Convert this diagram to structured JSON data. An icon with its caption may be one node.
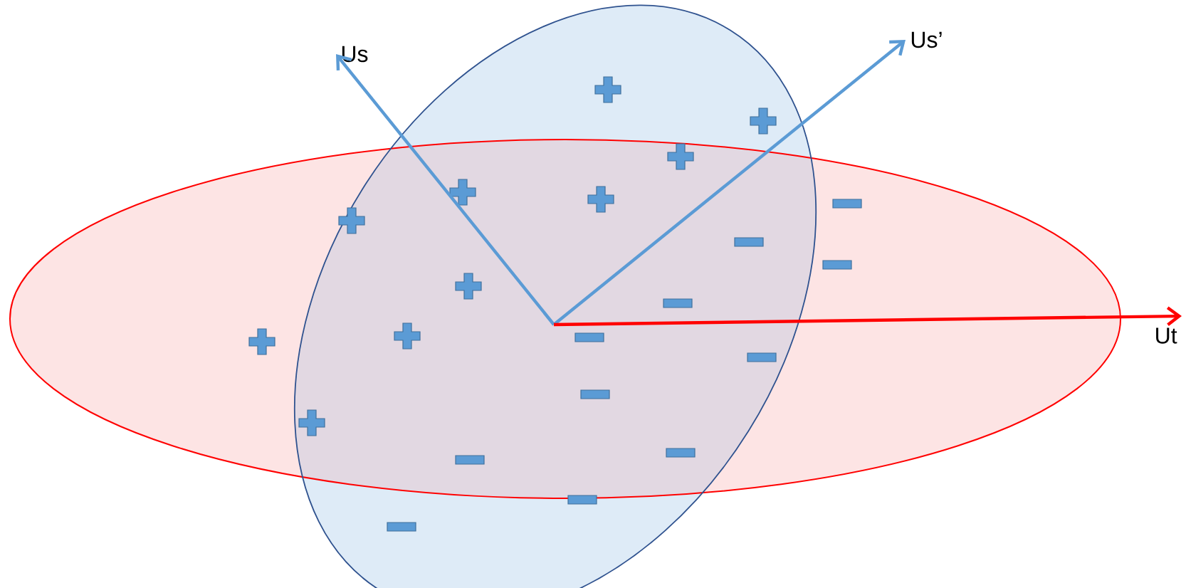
{
  "diagram": {
    "nodes": [
      {
        "text": [
          "Us"
        ]
      },
      {
        "text": [
          "Us’"
        ]
      },
      {
        "text": [
          "Ut"
        ]
      }
    ],
    "edges": [
      {
        "from": null,
        "to": 0,
        "arrow": "to"
      },
      {
        "from": null,
        "to": 1,
        "arrow": "to"
      },
      {
        "from": null,
        "to": 2,
        "arrow": "to",
        "color": "#ff0000"
      }
    ]
  }
}
